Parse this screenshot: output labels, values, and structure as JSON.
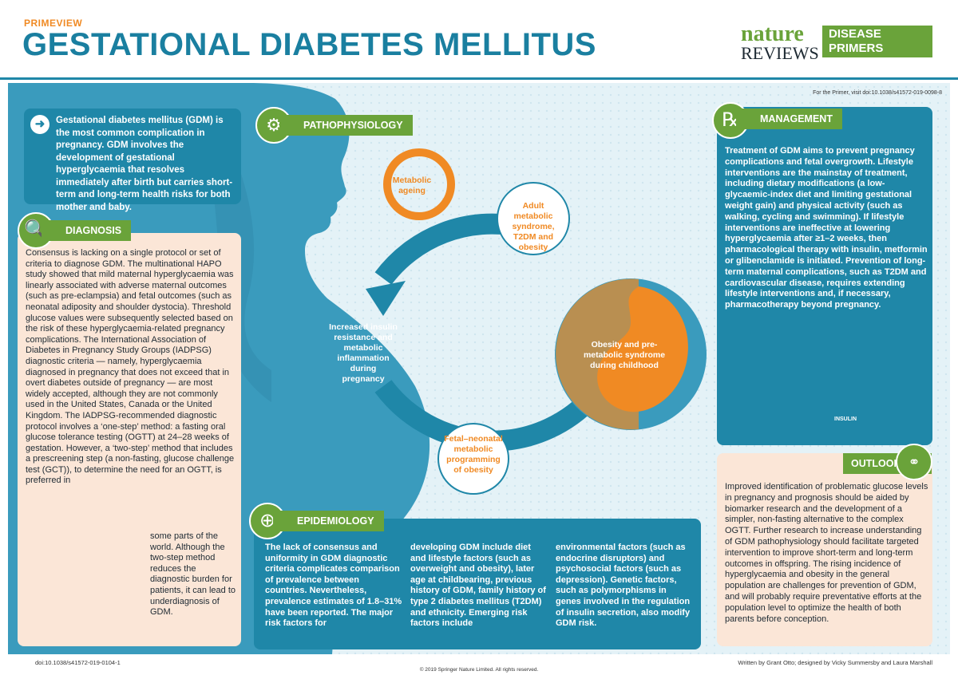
{
  "header": {
    "kicker": "PRIMEVIEW",
    "title": "GESTATIONAL DIABETES MELLITUS",
    "logo_nature": "nature",
    "logo_reviews": "REVIEWS",
    "logo_box_line1": "DISEASE",
    "logo_box_line2": "PRIMERS"
  },
  "primer_note": "For the Primer, visit doi:10.1038/s41572-019-0098-8",
  "intro": "Gestational diabetes mellitus (GDM) is the most common complication in pregnancy. GDM involves the development of gestational hyperglycaemia that resolves immediately after birth but carries short-term and long-term health risks for both mother and baby.",
  "sections": {
    "pathophysiology": "PATHOPHYSIOLOGY",
    "diagnosis": "DIAGNOSIS",
    "management": "MANAGEMENT",
    "outlook": "OUTLOOK",
    "epidemiology": "EPIDEMIOLOGY"
  },
  "diagnosis_text": "Consensus is lacking on a single protocol or set of criteria to diagnose GDM. The multinational HAPO study showed that mild maternal hyperglycaemia was linearly associated with adverse maternal outcomes (such as pre-eclampsia) and fetal outcomes (such as neonatal adiposity and shoulder dystocia). Threshold glucose values were subsequently selected based on the risk of these hyperglycaemia-related pregnancy complications. The International Association of Diabetes in Pregnancy Study Groups (IADPSG) diagnostic criteria — namely, hyperglycaemia diagnosed in pregnancy that does not exceed that in overt diabetes outside of pregnancy — are most widely accepted, although they are not commonly used in the United States, Canada or the United Kingdom. The IADPSG-recommended diagnostic protocol involves a ‘one-step’ method: a fasting oral glucose tolerance testing (OGTT) at 24–28 weeks of gestation. However, a ‘two-step’ method that includes a prescreening step (a non-fasting, glucose challenge test (GCT)), to determine the need for an OGTT, is preferred in",
  "diagnosis_text_cont": "some parts of the world. Although the two-step method reduces the diagnostic burden for patients, it can lead to underdiagnosis of GDM.",
  "management_text": "Treatment of GDM aims to prevent pregnancy complications and fetal overgrowth. Lifestyle interventions are the mainstay of treatment, including dietary modifications (a low-glycaemic-index diet and limiting gestational weight gain) and physical activity (such as walking, cycling and swimming). If lifestyle interventions are ineffective at lowering hyperglycaemia after ≥1–2 weeks, then pharmacological therapy with insulin, metformin or glibenclamide is initiated. Prevention of long-term maternal complications, such as T2DM and cardiovascular disease, requires extending lifestyle interventions and, if necessary, pharmacotherapy beyond pregnancy.",
  "insulin_label": "INSULIN",
  "outlook_text": "Improved identification of problematic glucose levels in pregnancy and prognosis should be aided by biomarker research and the development of a simpler, non-fasting alternative to the complex OGTT. Further research to increase understanding of GDM pathophysiology should facilitate targeted intervention to improve short-term and long-term outcomes in offspring. The rising incidence of hyperglycaemia and obesity in the general population are challenges for prevention of GDM, and will probably require preventative efforts at the population level to optimize the health of both parents before conception.",
  "epidemiology": {
    "col1": "The lack of consensus and uniformity in GDM diagnostic criteria complicates comparison of prevalence between countries. Nevertheless, prevalence estimates of 1.8–31% have been reported. The major risk factors for",
    "col2": "developing GDM include diet and lifestyle factors (such as overweight and obesity), later age at childbearing, previous history of GDM, family history of type 2 diabetes mellitus (T2DM) and ethnicity. Emerging risk factors include",
    "col3": "environmental factors (such as endocrine disruptors) and psychosocial factors (such as depression). Genetic factors, such as polymorphisms in genes involved in the regulation of insulin secretion, also modify GDM risk."
  },
  "cycle": {
    "metabolic_ageing": "Metabolic ageing",
    "adult": "Adult metabolic syndrome, T2DM and obesity",
    "pregnancy": "Increased insulin resistance and metabolic inflammation during pregnancy",
    "childhood": "Obesity and pre-metabolic syndrome during childhood",
    "fetal": "Fetal–neonatal metabolic programming of obesity"
  },
  "footer": {
    "doi": "doi:10.1038/s41572-019-0104-1",
    "copyright": "© 2019 Springer Nature Limited. All rights reserved.",
    "credits": "Written by Grant Otto; designed by Vicky Summersby and Laura Marshall"
  },
  "colors": {
    "teal": "#1f87a8",
    "green": "#6aa33a",
    "orange": "#f08a24",
    "peach": "#fbe6d7",
    "light_blue": "#e4f2f7"
  }
}
